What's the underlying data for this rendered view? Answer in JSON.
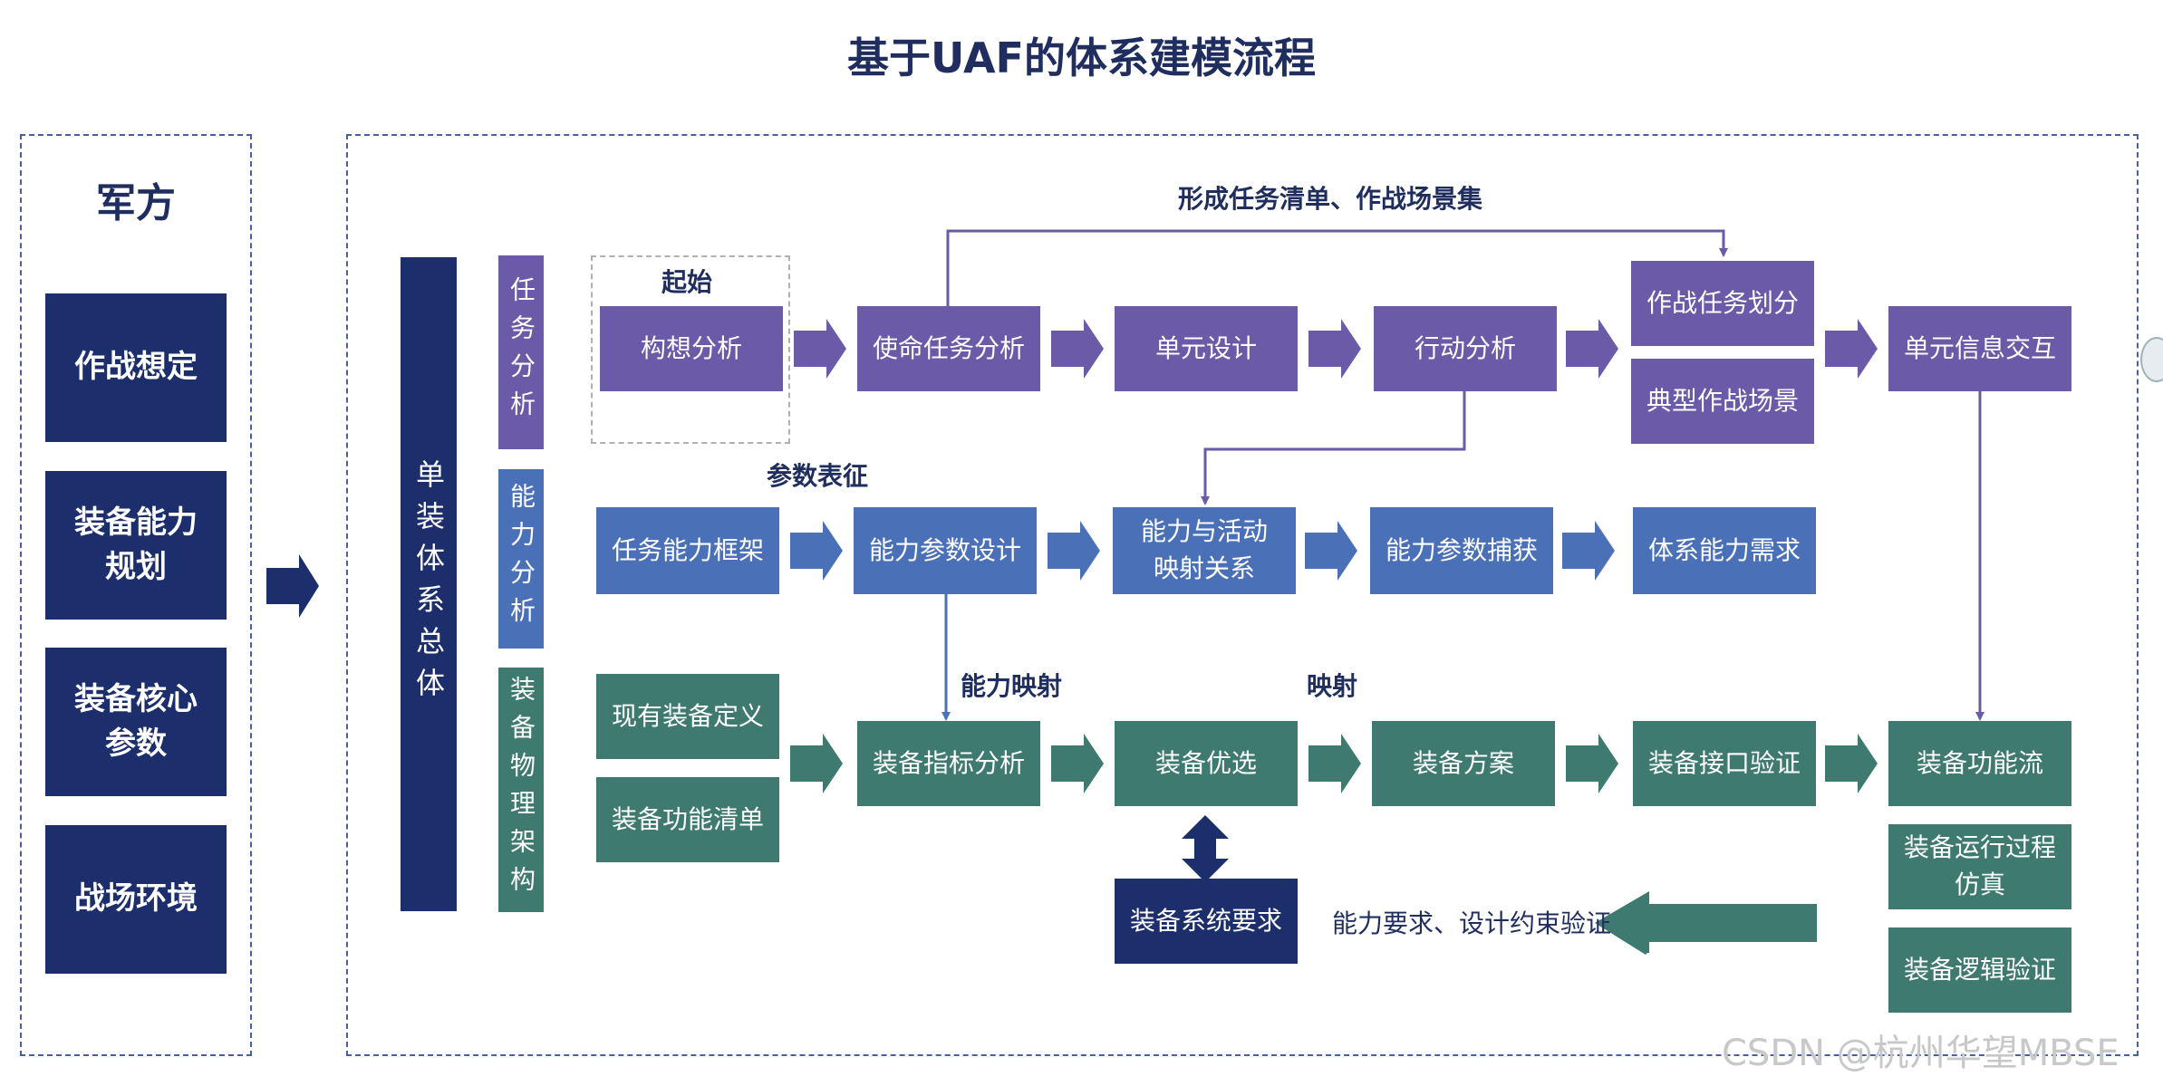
{
  "title": "基于UAF的体系建模流程",
  "military": {
    "heading": "军方",
    "items": [
      "作战想定",
      "装备能力\n规划",
      "装备核心\n参数",
      "战场环境"
    ]
  },
  "system_label": "单装体系总体",
  "rows": {
    "mission": {
      "label": "任务分析",
      "start_label": "起始",
      "top_note": "形成任务清单、作战场景集"
    },
    "capability": {
      "label": "能力分析",
      "section_note": "参数表征"
    },
    "equipment": {
      "label": "装备物理架构",
      "mapping_note_1": "能力映射",
      "mapping_note_2": "映射",
      "feedback_note": "能力要求、设计约束验证"
    }
  },
  "boxes": {
    "m1": "构想分析",
    "m2": "使命任务分析",
    "m3": "单元设计",
    "m4": "行动分析",
    "m5a": "作战任务划分",
    "m5b": "典型作战场景",
    "m6": "单元信息交互",
    "c1": "任务能力框架",
    "c2": "能力参数设计",
    "c3": "能力与活动\n映射关系",
    "c4": "能力参数捕获",
    "c5": "体系能力需求",
    "e0a": "现有装备定义",
    "e0b": "装备功能清单",
    "e1": "装备指标分析",
    "e2": "装备优选",
    "e3": "装备方案",
    "e4": "装备接口验证",
    "e5": "装备功能流",
    "e6": "装备运行过程\n仿真",
    "e7": "装备逻辑验证",
    "req": "装备系统要求"
  },
  "watermark": "CSDN @杭州华望MBSE",
  "colors": {
    "navy": "#1c2e6b",
    "purple": "#6b5aa8",
    "blue": "#4a70b8",
    "teal": "#3f7a70"
  }
}
